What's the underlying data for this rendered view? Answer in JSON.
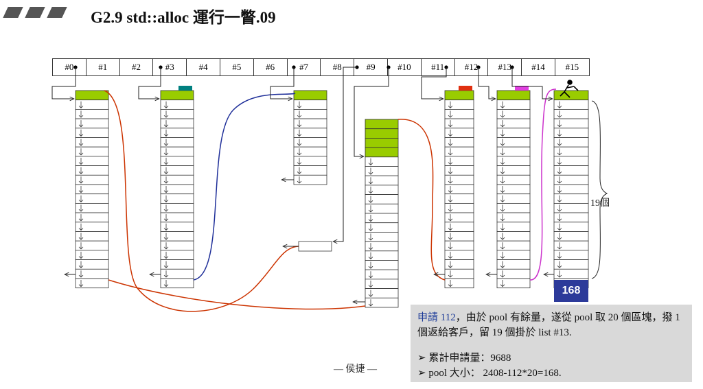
{
  "header": {
    "title": "G2.9 std::alloc 運行一瞥.09"
  },
  "free_list": {
    "slots": [
      "#0",
      "#1",
      "#2",
      "#3",
      "#4",
      "#5",
      "#6",
      "#7",
      "#8",
      "#9",
      "#10",
      "#11",
      "#12",
      "#13",
      "#14",
      "#15"
    ]
  },
  "annotations": {
    "count": "19個",
    "pool_size": "168",
    "author": "— 侯捷 —"
  },
  "info": {
    "request": "申請 112",
    "description": "，由於 pool 有餘量，遂從 pool 取 20 個區塊，撥 1 個返給客戶，留 19 個掛於 list #13.",
    "total_label": "累計申請量：9688",
    "pool_label": "pool 大小： 2408-112*20=168."
  },
  "colors": {
    "block_green": "#99cc00",
    "badge": "#2c3a9a",
    "curve_red": "#cc3300",
    "curve_blue": "#1f2f99",
    "curve_magenta": "#cc33cc",
    "tag_teal": "#008080",
    "tag_red": "#e03010",
    "tag_magenta": "#e040e0"
  }
}
